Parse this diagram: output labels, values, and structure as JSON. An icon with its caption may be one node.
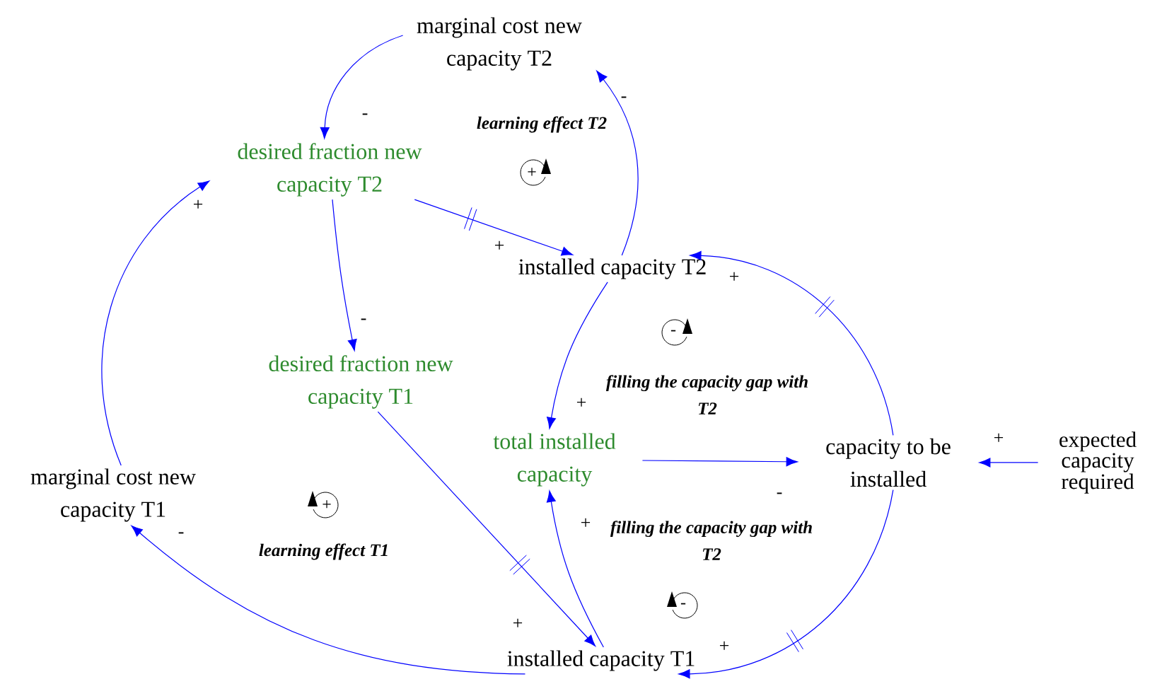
{
  "diagram": {
    "nodes": [
      {
        "text": [
          "marginal cost new capacity T2"
        ]
      },
      {
        "text": [
          "desired fraction new capacity T2"
        ]
      },
      {
        "text": [
          "installed capacity T2"
        ]
      },
      {
        "text": [
          "desired fraction new capacity T1"
        ]
      },
      {
        "text": [
          "total installed capacity"
        ]
      },
      {
        "text": [
          "capacity to be installed"
        ]
      },
      {
        "text": [
          "expected capacity required"
        ]
      },
      {
        "text": [
          "marginal cost new capacity T1"
        ]
      },
      {
        "text": [
          "installed capacity T1"
        ]
      }
    ],
    "edges": [
      {
        "from": 0,
        "to": 1,
        "arrow": "to",
        "label": "-"
      },
      {
        "from": 2,
        "to": 0,
        "arrow": "to",
        "label": "-"
      },
      {
        "from": 1,
        "to": 2,
        "arrow": "to",
        "label": "+"
      },
      {
        "from": 1,
        "to": 3,
        "arrow": "to",
        "label": "-"
      },
      {
        "from": 7,
        "to": 1,
        "arrow": "to",
        "label": "+"
      },
      {
        "from": 3,
        "to": 8,
        "arrow": "to",
        "label": "+"
      },
      {
        "from": 2,
        "to": 4,
        "arrow": "to",
        "label": "+"
      },
      {
        "from": 8,
        "to": 4,
        "arrow": "to",
        "label": "+"
      },
      {
        "from": 4,
        "to": 5,
        "arrow": "to",
        "label": "-"
      },
      {
        "from": 6,
        "to": 5,
        "arrow": "to",
        "label": "+"
      },
      {
        "from": 5,
        "to": 2,
        "arrow": "to",
        "label": "+"
      },
      {
        "from": 5,
        "to": 8,
        "arrow": "to",
        "label": "+"
      },
      {
        "from": 8,
        "to": 7,
        "arrow": "to",
        "label": "-"
      }
    ],
    "labels": [
      "learning effect T2",
      "+",
      "-",
      "filling the capacity gap with T2",
      "+",
      "filling the capacity gap with T2",
      "learning effect T1",
      "-"
    ]
  }
}
